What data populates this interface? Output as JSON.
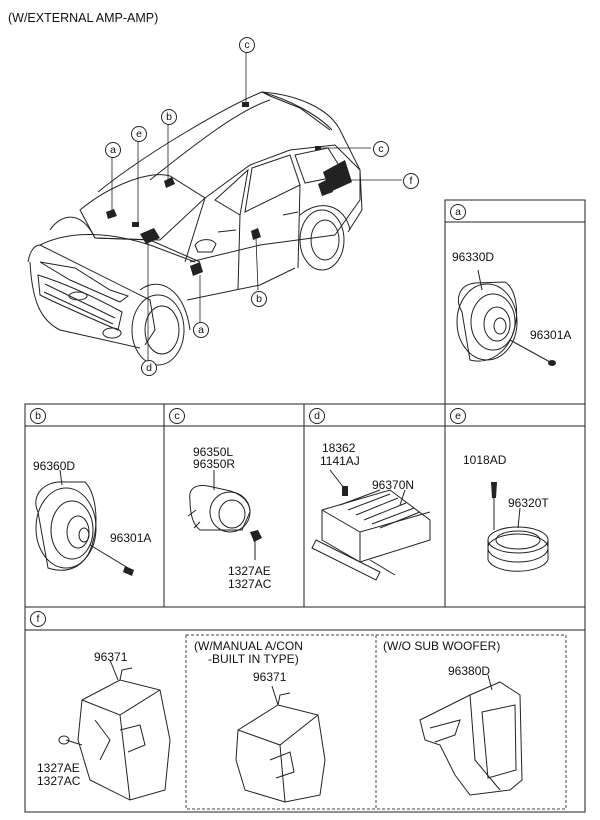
{
  "title": "(W/EXTERNAL AMP-AMP)",
  "overview": {
    "callouts": [
      "c",
      "b",
      "e",
      "a",
      "c",
      "f",
      "a",
      "b",
      "d"
    ]
  },
  "sections": {
    "a": {
      "label": "a",
      "parts": [
        "96330D",
        "96301A"
      ]
    },
    "b": {
      "label": "b",
      "parts": [
        "96360D",
        "96301A"
      ]
    },
    "c": {
      "label": "c",
      "parts": [
        "96350L",
        "96350R",
        "1327AE",
        "1327AC"
      ]
    },
    "d": {
      "label": "d",
      "parts": [
        "18362",
        "1141AJ",
        "96370N"
      ]
    },
    "e": {
      "label": "e",
      "parts": [
        "1018AD",
        "96320T"
      ]
    },
    "f": {
      "label": "f",
      "parts": [
        "96371",
        "1327AE",
        "1327AC"
      ],
      "sub1": {
        "title_line1": "(W/MANUAL A/CON",
        "title_line2": "-BUILT IN TYPE)",
        "part": "96371"
      },
      "sub2": {
        "title": "(W/O SUB WOOFER)",
        "part": "96380D"
      }
    }
  },
  "colors": {
    "line": "#222222",
    "fill": "#ffffff",
    "dark": "#222222"
  }
}
